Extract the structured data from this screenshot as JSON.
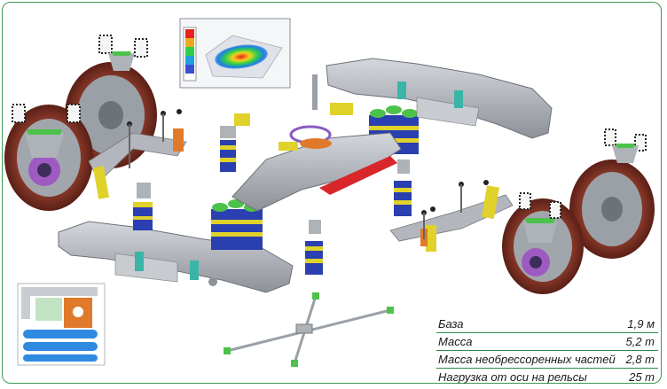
{
  "specs": [
    {
      "label": "База",
      "value": "1,9 м"
    },
    {
      "label": "Масса",
      "value": "5,2 т"
    },
    {
      "label": "Масса необрессоренных частей",
      "value": "2,8 т"
    },
    {
      "label": "Нагрузка от оси на рельсы",
      "value": "25 т"
    }
  ],
  "colors": {
    "frame_border": "#3c9a52",
    "spec_rule": "#2f8a45",
    "wheel_rim": "#6e2a1f",
    "axle_box": "#9a9ea2",
    "spring_coil": "#2a3fb0",
    "spring_band": "#e0d22a",
    "spring_cap": "#4cc24a",
    "side_frame": "#b9bcc2",
    "accent_red": "#d8262a",
    "accent_orange": "#e07a2a"
  }
}
